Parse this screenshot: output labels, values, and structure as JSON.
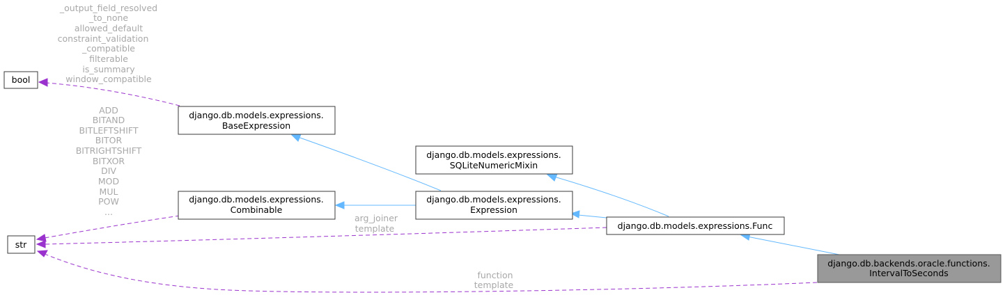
{
  "diagram": {
    "nodes": {
      "bool": {
        "label": "bool"
      },
      "str": {
        "label": "str"
      },
      "base_expression": {
        "line1": "django.db.models.expressions.",
        "line2": "BaseExpression"
      },
      "combinable": {
        "line1": "django.db.models.expressions.",
        "line2": "Combinable"
      },
      "sqlite_mixin": {
        "line1": "django.db.models.expressions.",
        "line2": "SQLiteNumericMixin"
      },
      "expression": {
        "line1": "django.db.models.expressions.",
        "line2": "Expression"
      },
      "func": {
        "label": "django.db.models.expressions.Func"
      },
      "interval": {
        "line1": "django.db.backends.oracle.functions.",
        "line2": "IntervalToSeconds"
      }
    },
    "edge_labels": {
      "base_to_bool": [
        "_output_field_resolved",
        "_to_none",
        "allowed_default",
        "constraint_validation",
        "_compatible",
        "filterable",
        "is_summary",
        "window_compatible"
      ],
      "combinable_to_str": [
        "ADD",
        "BITAND",
        "BITLEFTSHIFT",
        "BITOR",
        "BITRIGHTSHIFT",
        "BITXOR",
        "DIV",
        "MOD",
        "MUL",
        "POW",
        "..."
      ],
      "func_to_str": [
        "arg_joiner",
        "template"
      ],
      "interval_to_str": [
        "function",
        "template"
      ]
    }
  }
}
